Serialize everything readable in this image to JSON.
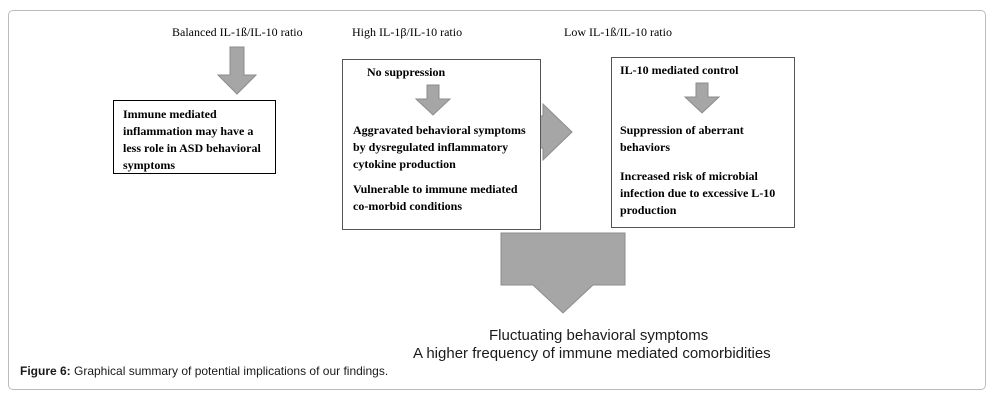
{
  "headers": {
    "balanced": "Balanced IL-1ß/IL-10 ratio",
    "high": "High IL-1β/IL-10 ratio",
    "low": "Low IL-1ß/IL-10 ratio"
  },
  "boxes": {
    "balanced": {
      "text": "Immune mediated inflammation may have a less role in ASD behavioral symptoms"
    },
    "high": {
      "title": "No suppression",
      "item1": "Aggravated behavioral symptoms by dysregulated inflammatory cytokine production",
      "item2": "Vulnerable to immune mediated co-morbid conditions"
    },
    "low": {
      "title": "IL-10 mediated control",
      "item1": "Suppression of aberrant behaviors",
      "item2": "Increased risk of microbial infection due to excessive L-10 production"
    }
  },
  "outcome": {
    "line1": "Fluctuating behavioral symptoms",
    "line2": "A higher frequency of immune mediated comorbidities"
  },
  "caption": {
    "label": "Figure 6:",
    "text": " Graphical summary of potential implications of our findings."
  },
  "colors": {
    "arrow_fill": "#a6a6a6",
    "arrow_stroke": "#8c8c8c",
    "frame_border": "#b9bcbf"
  }
}
